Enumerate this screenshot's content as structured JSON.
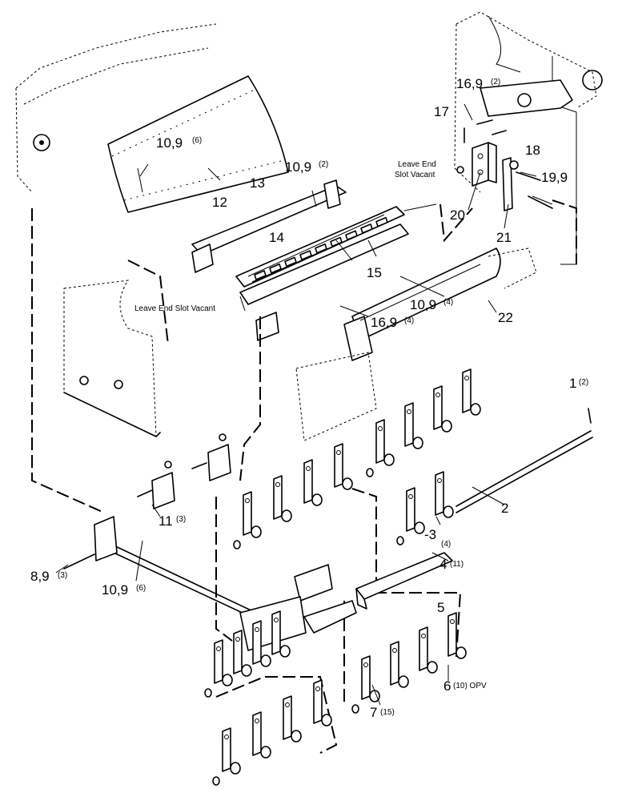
{
  "diagram": {
    "callouts": {
      "c1": {
        "main": "1",
        "sub": "(2)"
      },
      "c2": {
        "main": "2",
        "sub": ""
      },
      "c3": {
        "main": "-3",
        "sub": "(4)"
      },
      "c4": {
        "main": "4",
        "sub": "(11)"
      },
      "c5": {
        "main": "5",
        "sub": ""
      },
      "c6": {
        "main": "6",
        "sub": "(10) OPV"
      },
      "c7": {
        "main": "7",
        "sub": "(15)"
      },
      "c8": {
        "main": "8,9",
        "sub": "(3)"
      },
      "c10a": {
        "main": "10,9",
        "sub": "(6)"
      },
      "c10b": {
        "main": "10,9",
        "sub": "(2)"
      },
      "c10c": {
        "main": "10,9",
        "sub": "(4)"
      },
      "c10d": {
        "main": "10,9",
        "sub": "(6)"
      },
      "c11": {
        "main": "11",
        "sub": "(3)"
      },
      "c12": {
        "main": "12",
        "sub": ""
      },
      "c13": {
        "main": "13",
        "sub": ""
      },
      "c14": {
        "main": "14",
        "sub": ""
      },
      "c15": {
        "main": "15",
        "sub": ""
      },
      "c16a": {
        "main": "16,9",
        "sub": "(2)"
      },
      "c16b": {
        "main": "16,9",
        "sub": "(4)"
      },
      "c17": {
        "main": "17",
        "sub": ""
      },
      "c18": {
        "main": "18",
        "sub": ""
      },
      "c19": {
        "main": "19,9",
        "sub": ""
      },
      "c20": {
        "main": "20",
        "sub": ""
      },
      "c21": {
        "main": "21",
        "sub": ""
      },
      "c22": {
        "main": "22",
        "sub": ""
      }
    },
    "notes": {
      "leave_end_1_line1": "Leave End",
      "leave_end_1_line2": "Slot Vacant",
      "leave_end_2": "Leave End Slot Vacant"
    }
  }
}
